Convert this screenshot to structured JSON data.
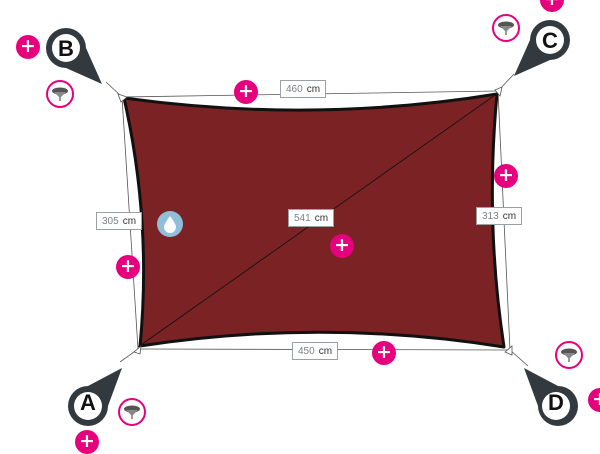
{
  "shade_sail": {
    "shape": "rectangle",
    "color": "#7a2224",
    "corners": [
      {
        "id": "a",
        "letter": "A"
      },
      {
        "id": "b",
        "letter": "B"
      },
      {
        "id": "c",
        "letter": "C"
      },
      {
        "id": "d",
        "letter": "D"
      }
    ],
    "dimensions": {
      "top": {
        "value": "460",
        "unit": "cm"
      },
      "left": {
        "value": "305",
        "unit": "cm"
      },
      "right": {
        "value": "313",
        "unit": "cm"
      },
      "bottom": {
        "value": "450",
        "unit": "cm"
      },
      "diagonal": {
        "value": "541",
        "unit": "cm"
      }
    }
  },
  "colors": {
    "accent": "#e6007e",
    "marker": "#333a3f",
    "water": "#8fbfd9"
  },
  "icons": {
    "add": "plus-icon",
    "fixing": "fixing-point-icon",
    "water": "water-drop-icon"
  },
  "button_labels": {
    "add": "+"
  }
}
